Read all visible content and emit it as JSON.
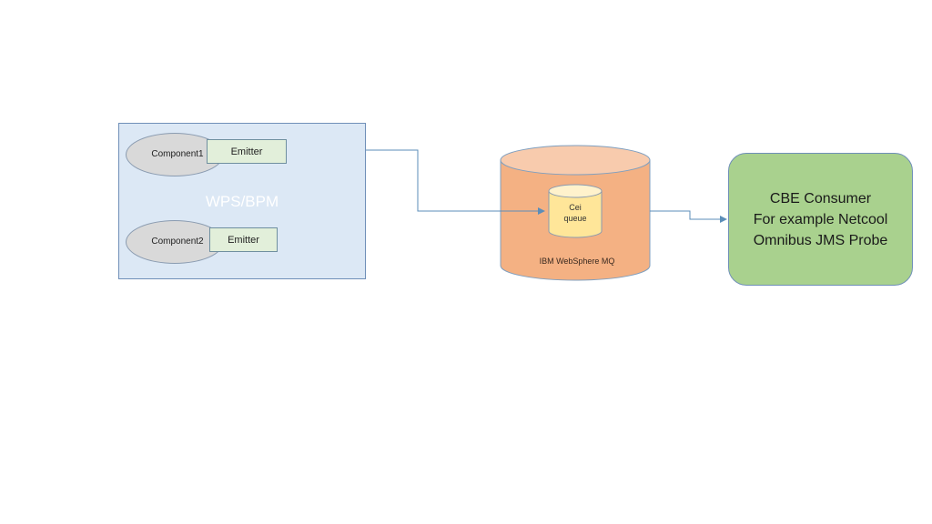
{
  "wps": {
    "label": "WPS/BPM",
    "components": [
      {
        "label": "Component1",
        "emitter_label": "Emitter"
      },
      {
        "label": "Component2",
        "emitter_label": "Emitter"
      }
    ]
  },
  "mq": {
    "label": "IBM WebSphere  MQ",
    "queue": {
      "line1": "Cei",
      "line2": "queue"
    }
  },
  "consumer": {
    "lines": [
      "CBE Consumer",
      "For example Netcool",
      "Omnibus JMS Probe"
    ]
  },
  "colors": {
    "container_fill": "#dce8f5",
    "component_fill": "#d9d9d9",
    "emitter_fill": "#e2efda",
    "mq_fill": "#f4b183",
    "queue_fill": "#ffe699",
    "consumer_fill": "#a9d18e",
    "connector": "#5b8db8"
  }
}
